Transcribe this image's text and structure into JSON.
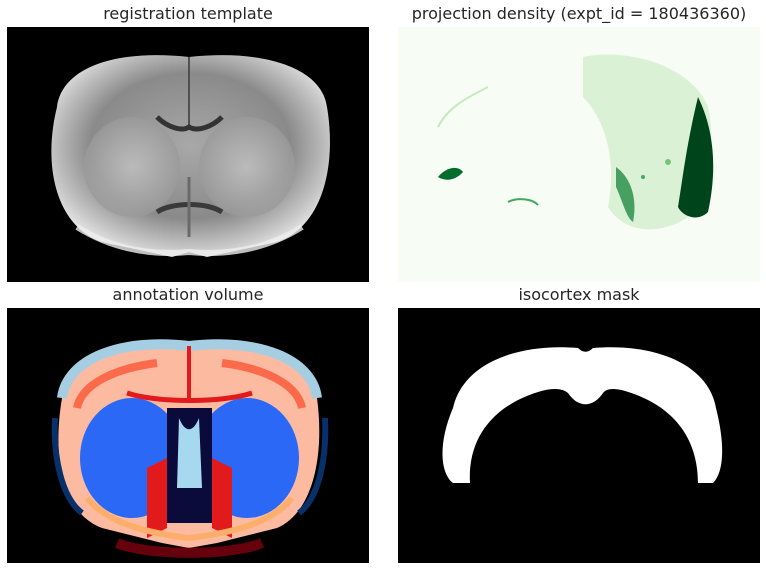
{
  "panels": [
    {
      "title": "registration template"
    },
    {
      "title": "projection density (expt_id = 180436360)"
    },
    {
      "title": "annotation volume"
    },
    {
      "title": "isocortex mask"
    }
  ],
  "colors": {
    "background_black": "#000000",
    "projection_background": "#f7fcf5",
    "projection_dark": "#00441b",
    "mask_white": "#ffffff"
  }
}
